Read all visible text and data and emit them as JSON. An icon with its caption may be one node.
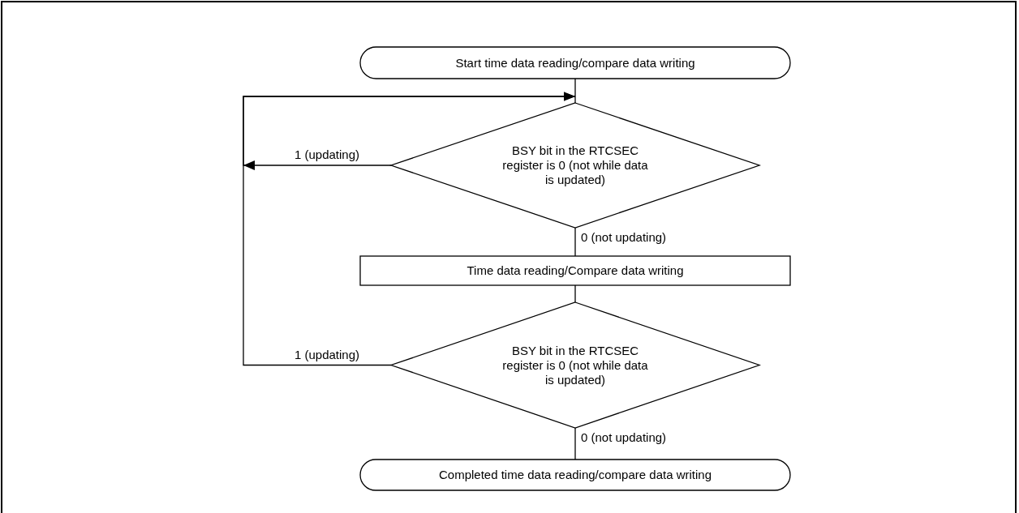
{
  "diagram": {
    "nodes": [
      {
        "text": [
          "Start time data reading/compare data writing"
        ]
      },
      {
        "text": [
          "BSY bit in the RTCSEC register is 0 (not while data is updated)"
        ]
      },
      {
        "text": [
          "Time data reading/Compare data writing"
        ]
      },
      {
        "text": [
          "BSY bit in the RTCSEC register is 0 (not while data is updated)"
        ]
      },
      {
        "text": [
          "Completed time data reading/compare data writing"
        ]
      }
    ],
    "edges": [
      {
        "from": 0,
        "to": 1,
        "arrow": "none"
      },
      {
        "from": 1,
        "to": 1,
        "arrow": "to",
        "label": "1 (updating)"
      },
      {
        "from": 1,
        "to": 2,
        "arrow": "none",
        "label": "0 (not updating)"
      },
      {
        "from": 2,
        "to": 3,
        "arrow": "none"
      },
      {
        "from": 3,
        "to": 1,
        "arrow": "to",
        "label": "1 (updating)"
      },
      {
        "from": 3,
        "to": 4,
        "arrow": "none",
        "label": "0 (not updating)"
      }
    ]
  }
}
